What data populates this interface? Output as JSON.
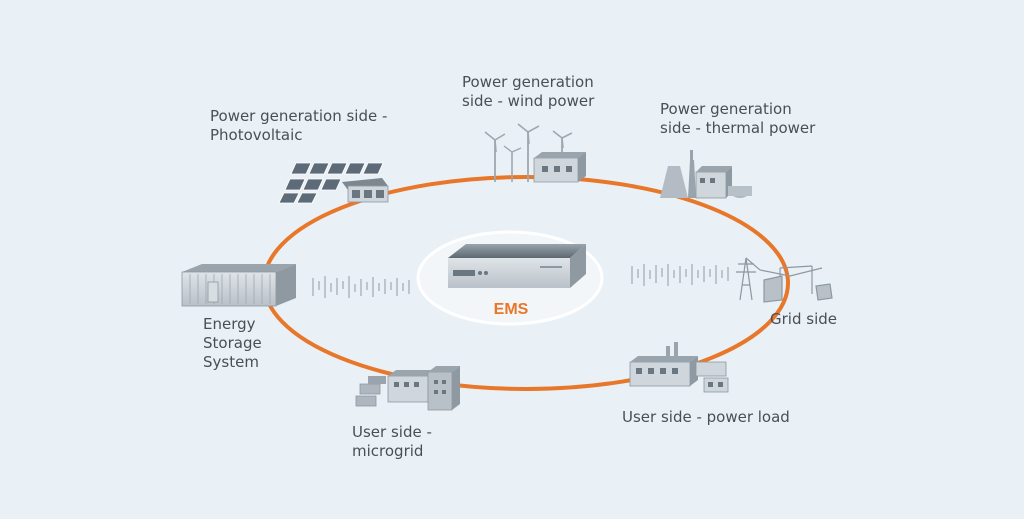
{
  "center": {
    "label": "EMS"
  },
  "nodes": {
    "pv": {
      "line1": "Power generation side -",
      "line2": "Photovoltaic"
    },
    "wind": {
      "line1": "Power generation",
      "line2": "side - wind power"
    },
    "thermal": {
      "line1": "Power generation",
      "line2": "side - thermal power"
    },
    "grid": {
      "line1": "Grid side"
    },
    "load": {
      "line1": "User side - power load"
    },
    "micro": {
      "line1": "User side -",
      "line2": "microgrid"
    },
    "storage": {
      "line1": "Energy",
      "line2": "Storage",
      "line3": "System"
    }
  },
  "colors": {
    "background": "#e9f1f6",
    "ring": "#e8772a",
    "accent": "#e8772a",
    "label": "#4a4f55"
  },
  "icons": {
    "pv": "solar-panel-array-icon",
    "wind": "wind-turbine-icon",
    "thermal": "power-plant-icon",
    "grid": "transmission-tower-icon",
    "load": "factory-icon",
    "micro": "building-cluster-icon",
    "storage": "storage-container-icon",
    "center": "ems-rack-server-icon"
  }
}
